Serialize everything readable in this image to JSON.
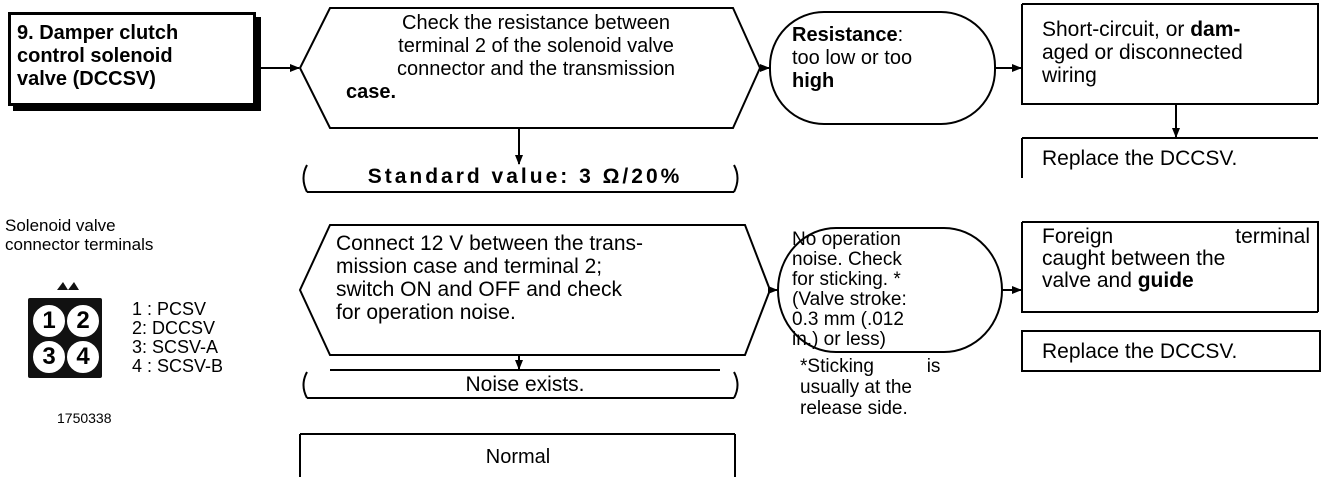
{
  "start_box": [
    "9. Damper clutch",
    "control solenoid",
    "valve (DCCSV)"
  ],
  "check_resistance": [
    "Check the resistance between",
    "terminal 2 of the solenoid valve",
    "connector and the transmission",
    "case."
  ],
  "resistance_result": {
    "line1_bold": "Resistance",
    "line1_rest": ":",
    "line2": "too low or too",
    "line3": "high"
  },
  "wiring_fault": {
    "line1": "Short-circuit, or ",
    "line1_bold": "dam-",
    "line2": "aged or disconnected",
    "line3": "wiring"
  },
  "replace_1": "Replace the DCCSV.",
  "standard_value": "Standard value: 3 Ω/20%",
  "connector_caption": [
    "Solenoid valve",
    "connector  terminals"
  ],
  "connector_pins": [
    "1",
    "2",
    "3",
    "4"
  ],
  "terminal_list": [
    "1 : PCSV",
    "2:  DCCSV",
    "3:  SCSV-A",
    "4 : SCSV-B"
  ],
  "figure_id": "1750338",
  "connect_12v": [
    "Connect 12 V between the trans-",
    "mission case and terminal 2;",
    "switch ON and OFF and check",
    "for operation noise."
  ],
  "no_noise": [
    "No operation",
    "noise. Check",
    "for sticking. *",
    "(Valve stroke:",
    "0.3 mm (.012",
    "in.) or less)"
  ],
  "foreign_terminal": {
    "line1_a": "Foreign",
    "line1_b": "terminal",
    "line2": "caught between the",
    "line3_a": "valve and ",
    "line3_bold": "guide"
  },
  "replace_2": "Replace the DCCSV.",
  "noise_exists": "Noise exists.",
  "sticking_note": [
    "*Sticking          is",
    "usually at the",
    "release side."
  ],
  "normal": "Normal"
}
